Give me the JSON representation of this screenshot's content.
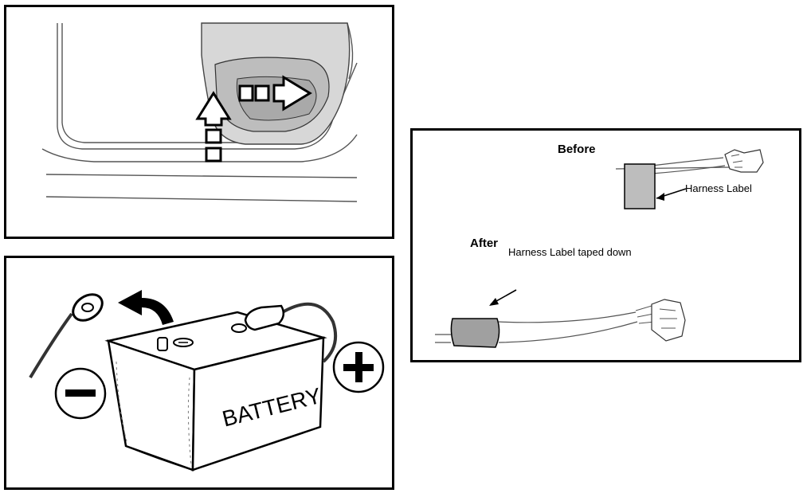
{
  "panels": {
    "door": {
      "icon": "door-panel-removal-illustration"
    },
    "battery": {
      "icon": "battery-terminal-illustration",
      "battery_text": "BATTERY",
      "negative_symbol": "−",
      "positive_symbol": "+"
    },
    "harness": {
      "before_label": "Before",
      "harness_label": "Harness Label",
      "after_label": "After",
      "taped_label": "Harness Label taped down"
    }
  }
}
